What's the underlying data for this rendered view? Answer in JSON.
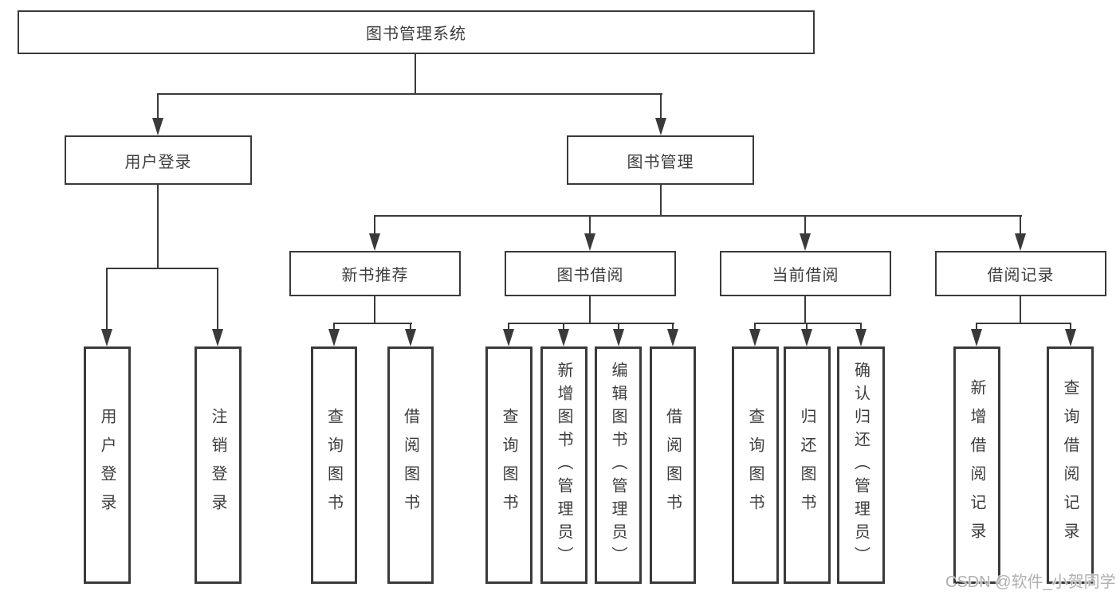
{
  "diagram": {
    "root": {
      "label": "图书管理系统"
    },
    "branches": [
      {
        "label": "用户登录",
        "children": [
          {
            "label": "用户登录"
          },
          {
            "label": "注销登录"
          }
        ]
      },
      {
        "label": "图书管理",
        "children": [
          {
            "label": "新书推荐",
            "children": [
              {
                "label": "查询图书"
              },
              {
                "label": "借阅图书"
              }
            ]
          },
          {
            "label": "图书借阅",
            "children": [
              {
                "label": "查询图书"
              },
              {
                "label": "新增图书（管理员）"
              },
              {
                "label": "编辑图书（管理员）"
              },
              {
                "label": "借阅图书"
              }
            ]
          },
          {
            "label": "当前借阅",
            "children": [
              {
                "label": "查询图书"
              },
              {
                "label": "归还图书"
              },
              {
                "label": "确认归还（管理员）"
              }
            ]
          },
          {
            "label": "借阅记录",
            "children": [
              {
                "label": "新增借阅记录"
              },
              {
                "label": "查询借阅记录"
              }
            ]
          }
        ]
      }
    ]
  },
  "watermark": {
    "text": "CSDN @软件_小贺同学"
  },
  "colors": {
    "line": "#3a3a3a",
    "text": "#3d3d3d",
    "background": "#ffffff",
    "watermark": "#b0b0b0"
  }
}
